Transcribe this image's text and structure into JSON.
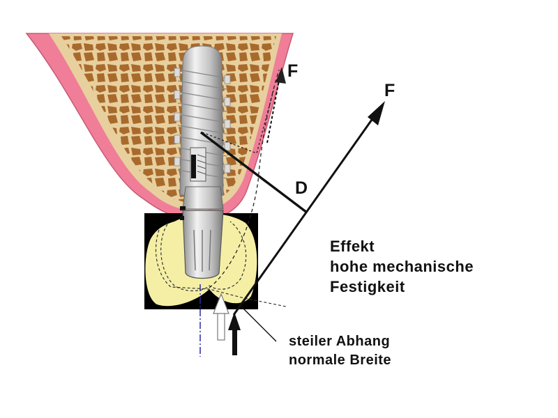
{
  "labels": {
    "force_upper": "F",
    "force_main": "F",
    "lever": "D",
    "effect_line1": "Effekt",
    "effect_line2": "hohe mechanische",
    "effect_line3": "Festigkeit",
    "slope_line1": "steiler Abhang",
    "slope_line2": "normale Breite"
  },
  "colors": {
    "gum": "#f07e98",
    "bone_dark": "#a86a2c",
    "bone_light": "#c89a62",
    "crown": "#f5efa6",
    "implant": "#c8c8c8",
    "ink": "#111111"
  }
}
